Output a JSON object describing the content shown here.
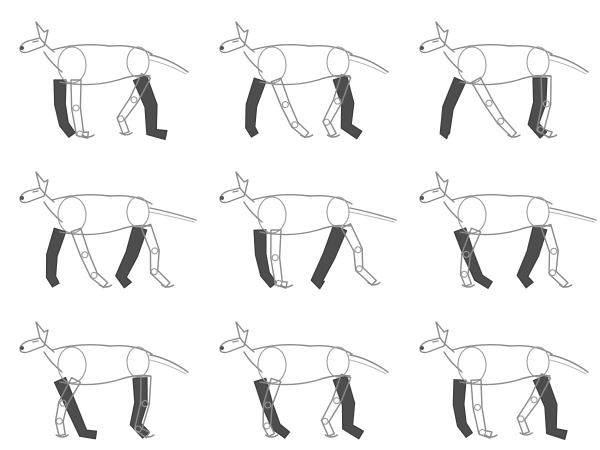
{
  "sheet": {
    "subject": "dog",
    "rows": 3,
    "columns": 3,
    "frames": [
      {
        "frame": 1,
        "tail": "up",
        "phase": 0
      },
      {
        "frame": 2,
        "tail": "up",
        "phase": 1
      },
      {
        "frame": 3,
        "tail": "up",
        "phase": 2
      },
      {
        "frame": 4,
        "tail": "level",
        "phase": 3
      },
      {
        "frame": 5,
        "tail": "level",
        "phase": 4
      },
      {
        "frame": 6,
        "tail": "level",
        "phase": 5
      },
      {
        "frame": 7,
        "tail": "up",
        "phase": 6
      },
      {
        "frame": 8,
        "tail": "up",
        "phase": 7
      },
      {
        "frame": 9,
        "tail": "up",
        "phase": 8
      }
    ],
    "colors": {
      "background": "#ffffff",
      "sketch_line": "#8a8a8a",
      "far_legs_fill": "#4d4d4d"
    }
  }
}
